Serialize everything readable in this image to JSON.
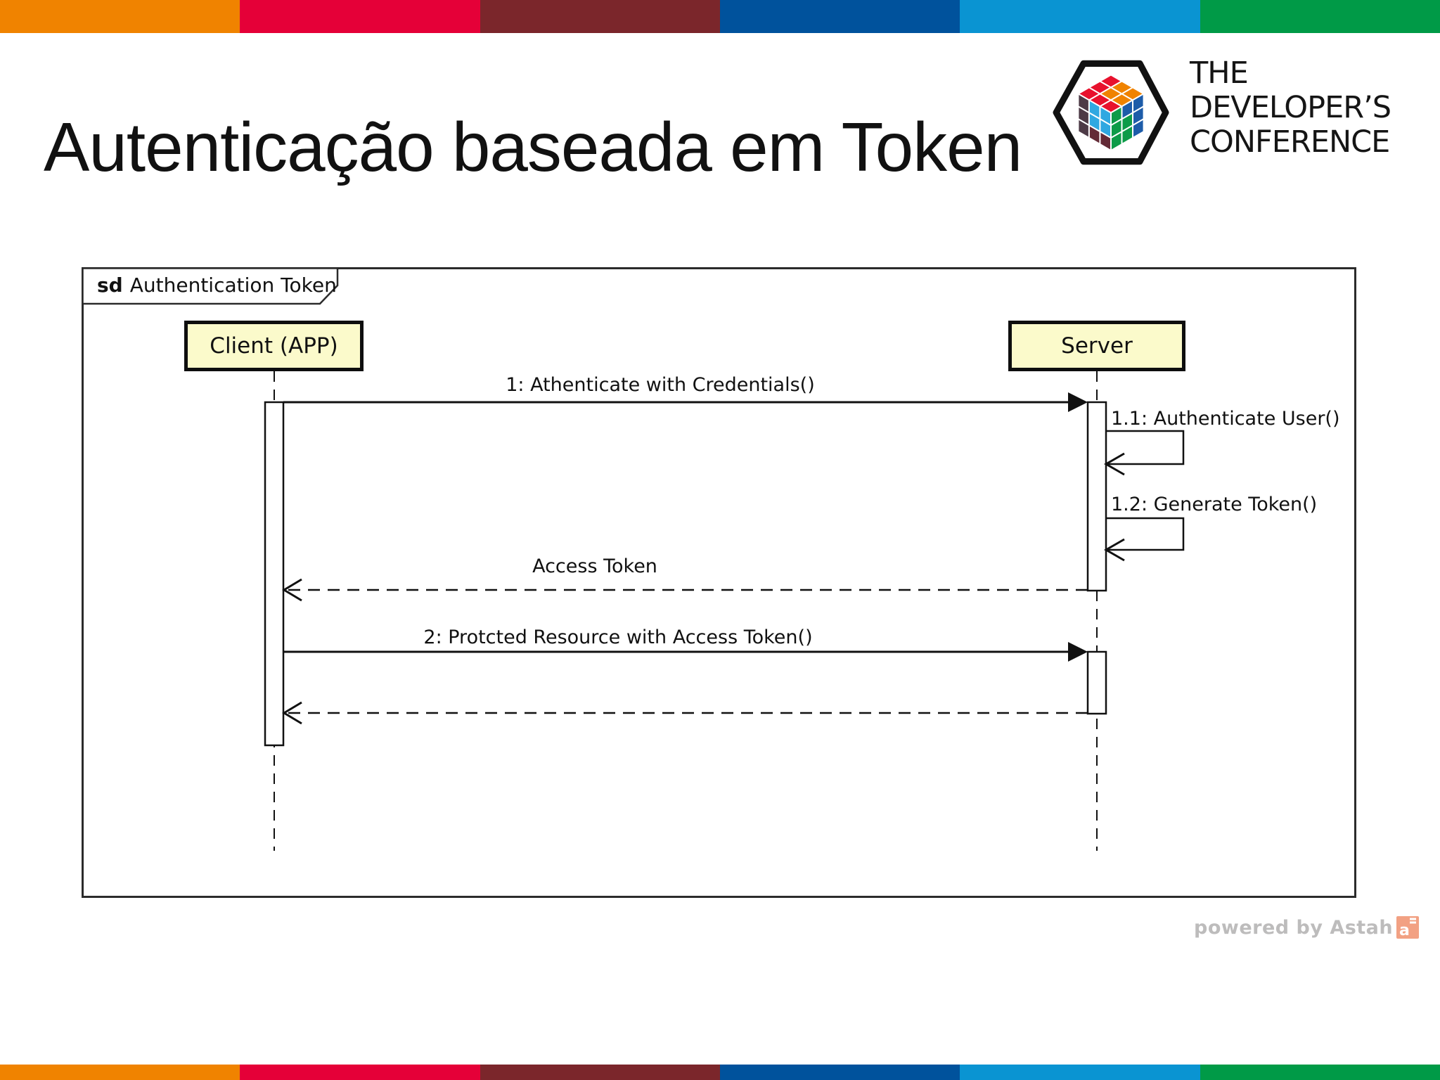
{
  "slide": {
    "title": "Autenticação baseada em Token",
    "footer_credit": "powered by Astah"
  },
  "brand": {
    "logo_lines": [
      "THE",
      "DEVELOPER’S",
      "CONFERENCE"
    ],
    "stripe_colors": [
      "#F08300",
      "#E50038",
      "#7B262B",
      "#00529C",
      "#0A94D2",
      "#009A47"
    ],
    "cube_colors": {
      "red": "#E8112D",
      "orange": "#F08300",
      "blue": "#1D5CA9",
      "green": "#0D9B48",
      "light_blue": "#2FA8E1",
      "plum": "#4D3A46",
      "maroon": "#632A36"
    }
  },
  "diagram": {
    "frame": {
      "keyword": "sd",
      "name": "Authentication Token"
    },
    "lifelines": {
      "client": "Client (APP)",
      "server": "Server"
    },
    "messages": {
      "msg1": "1: Athenticate with Credentials()",
      "self1": "1.1: Authenticate User()",
      "self2": "1.2: Generate Token()",
      "return1": "Access Token",
      "msg2": "2: Protcted Resource with Access Token()"
    },
    "style": {
      "head_fill": "#FBFACB",
      "line_color": "#111111"
    }
  }
}
